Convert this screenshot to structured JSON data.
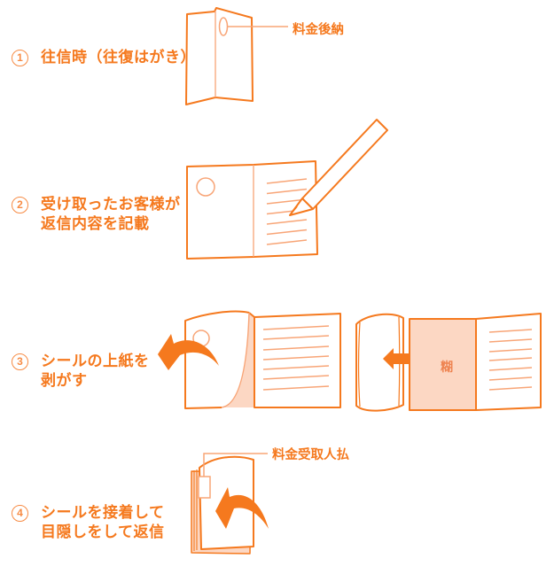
{
  "colors": {
    "accent_orange": "#f5791e",
    "light_orange_stroke": "#f8a577",
    "seal_pink_fill": "#fcd7c3",
    "glue_text_color": "#ee8350",
    "background": "#ffffff"
  },
  "steps": [
    {
      "number": "1",
      "lines": [
        "往信時（往復はがき）"
      ],
      "callout": "料金後納"
    },
    {
      "number": "2",
      "lines": [
        "受け取ったお客様が",
        "返信内容を記載"
      ]
    },
    {
      "number": "3",
      "lines": [
        "シールの上紙を",
        "剥がす"
      ],
      "glue_label": "糊"
    },
    {
      "number": "4",
      "lines": [
        "シールを接着して",
        "目隠しをして返信"
      ],
      "callout": "料金受取人払"
    }
  ]
}
